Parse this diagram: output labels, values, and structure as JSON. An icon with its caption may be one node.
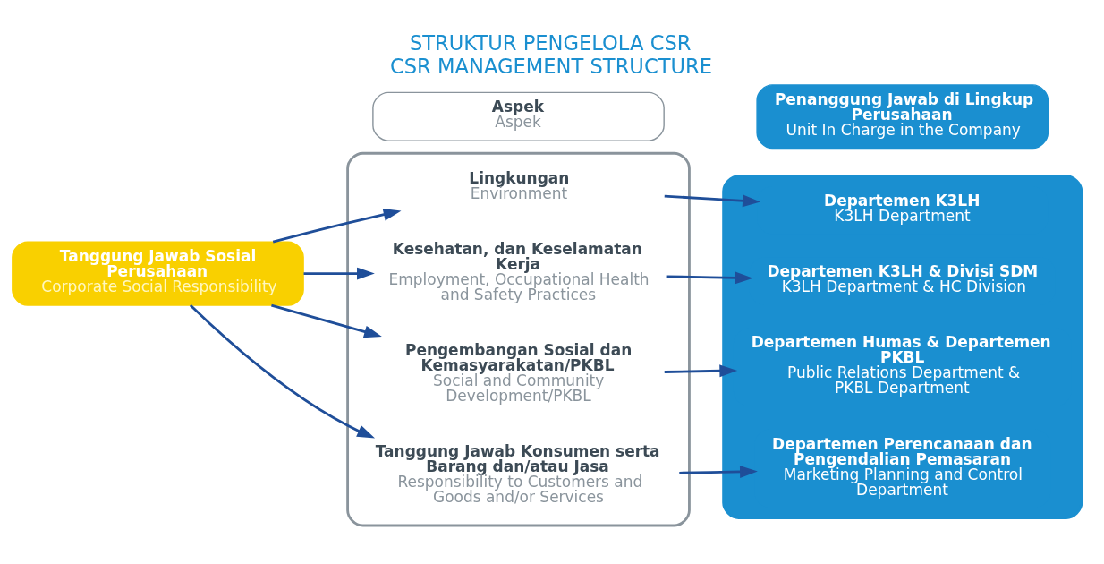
{
  "diagram": {
    "title": "STRUKTUR PENGELOLA CSR",
    "caption": "CSR MANAGEMENT STRUCTURE",
    "nodes": [
      {
        "text": [
          "Aspek",
          "Aspek"
        ]
      },
      {
        "text": [
          "Penanggung Jawab di Lingkup Perusahaan",
          "Unit In Charge in the Company"
        ]
      },
      {
        "text": [
          "Tanggung Jawab Sosial Perusahaan",
          "Corporate Social Responsibility"
        ]
      },
      {
        "text": [],
        "shape": "box"
      },
      {
        "text": [
          "Lingkungan",
          "Environment"
        ],
        "in": 3
      },
      {
        "text": [
          "Kesehatan, dan Keselamatan Kerja",
          "Employment, Occupational Health and Safety Practices"
        ],
        "in": 3
      },
      {
        "text": [
          "Pengembangan Sosial dan Kemasyarakatan/PKBL",
          "Social and Community Development/PKBL"
        ],
        "in": 3
      },
      {
        "text": [
          "Tanggung Jawab Konsumen serta Barang dan/atau Jasa",
          "Responsibility to Customers and Goods and/or Services"
        ],
        "in": 3
      },
      {
        "text": [],
        "shape": "box"
      },
      {
        "text": [
          "Departemen K3LH",
          "K3LH Department"
        ],
        "in": 8
      },
      {
        "text": [
          "Departemen K3LH & Divisi SDM",
          "K3LH Department & HC Division"
        ],
        "in": 8
      },
      {
        "text": [
          "Departemen Humas & Departemen PKBL",
          "Public Relations Department & PKBL Department"
        ],
        "in": 8
      },
      {
        "text": [
          "Departemen Perencanaan dan Pengendalian Pemasaran",
          "Marketing Planning and Control Department"
        ],
        "in": 8
      }
    ],
    "edges": [
      {
        "from": 2,
        "to": 4,
        "arrow": "to"
      },
      {
        "from": 2,
        "to": 5,
        "arrow": "to"
      },
      {
        "from": 2,
        "to": 6,
        "arrow": "to"
      },
      {
        "from": 2,
        "to": 7,
        "arrow": "to"
      },
      {
        "from": 4,
        "to": 9,
        "arrow": "to"
      },
      {
        "from": 5,
        "to": 10,
        "arrow": "to"
      },
      {
        "from": 6,
        "to": 11,
        "arrow": "to"
      },
      {
        "from": 7,
        "to": 12,
        "arrow": "to"
      }
    ]
  }
}
